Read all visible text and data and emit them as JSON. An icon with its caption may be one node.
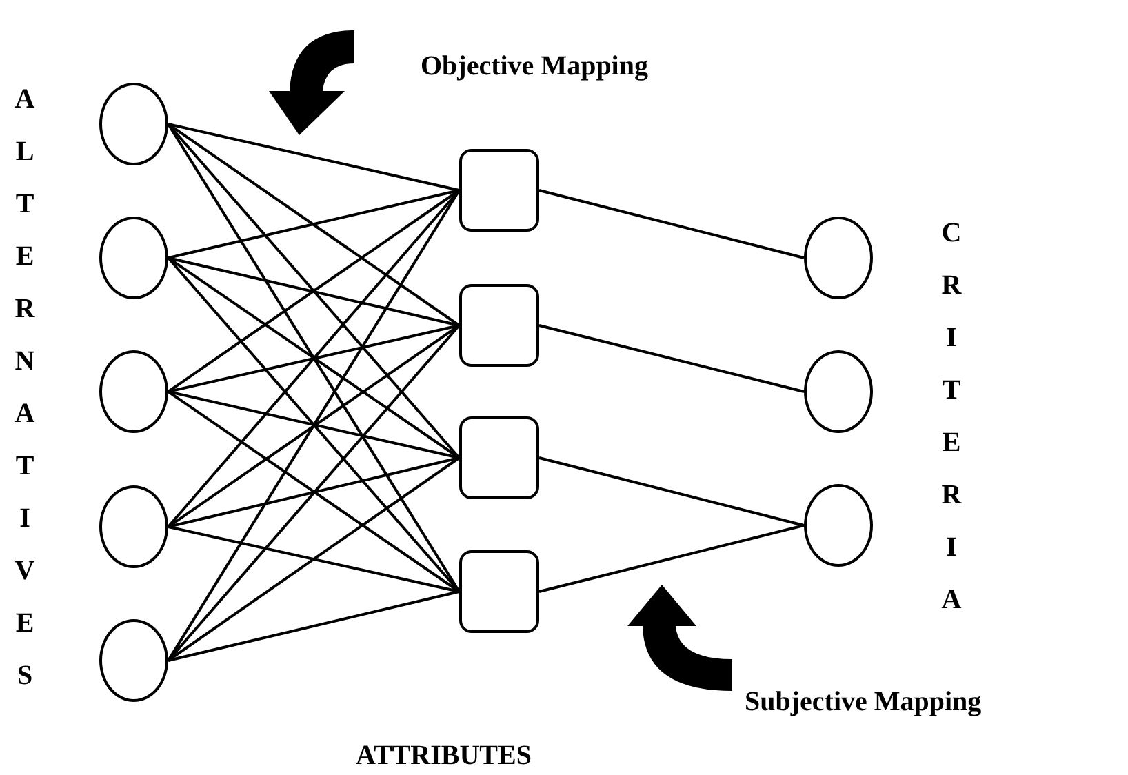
{
  "diagram": {
    "nodes": [
      {
        "text": [],
        "shape": "circle"
      },
      {
        "text": [],
        "shape": "circle"
      },
      {
        "text": [],
        "shape": "circle"
      },
      {
        "text": [],
        "shape": "circle"
      },
      {
        "text": [],
        "shape": "circle"
      },
      {
        "text": [],
        "shape": "box"
      },
      {
        "text": [],
        "shape": "box"
      },
      {
        "text": [],
        "shape": "box"
      },
      {
        "text": [],
        "shape": "box"
      },
      {
        "text": [],
        "shape": "circle"
      },
      {
        "text": [],
        "shape": "circle"
      },
      {
        "text": [],
        "shape": "circle"
      }
    ],
    "edges": [
      {
        "from": 0,
        "to": 5,
        "arrow": "none"
      },
      {
        "from": 0,
        "to": 6,
        "arrow": "none"
      },
      {
        "from": 0,
        "to": 7,
        "arrow": "none"
      },
      {
        "from": 0,
        "to": 8,
        "arrow": "none"
      },
      {
        "from": 1,
        "to": 5,
        "arrow": "none"
      },
      {
        "from": 1,
        "to": 6,
        "arrow": "none"
      },
      {
        "from": 1,
        "to": 7,
        "arrow": "none"
      },
      {
        "from": 1,
        "to": 8,
        "arrow": "none"
      },
      {
        "from": 2,
        "to": 5,
        "arrow": "none"
      },
      {
        "from": 2,
        "to": 6,
        "arrow": "none"
      },
      {
        "from": 2,
        "to": 7,
        "arrow": "none"
      },
      {
        "from": 2,
        "to": 8,
        "arrow": "none"
      },
      {
        "from": 3,
        "to": 5,
        "arrow": "none"
      },
      {
        "from": 3,
        "to": 6,
        "arrow": "none"
      },
      {
        "from": 3,
        "to": 7,
        "arrow": "none"
      },
      {
        "from": 3,
        "to": 8,
        "arrow": "none"
      },
      {
        "from": 4,
        "to": 5,
        "arrow": "none"
      },
      {
        "from": 4,
        "to": 6,
        "arrow": "none"
      },
      {
        "from": 4,
        "to": 7,
        "arrow": "none"
      },
      {
        "from": 4,
        "to": 8,
        "arrow": "none"
      },
      {
        "from": 5,
        "to": 9,
        "arrow": "none"
      },
      {
        "from": 6,
        "to": 10,
        "arrow": "none"
      },
      {
        "from": 7,
        "to": 11,
        "arrow": "none"
      },
      {
        "from": 8,
        "to": 11,
        "arrow": "none"
      }
    ],
    "labels": [
      "Objective Mapping",
      "ALTERNATIVES",
      "CRITERIA",
      "Subjective Mapping",
      "ATTRIBUTES"
    ]
  }
}
